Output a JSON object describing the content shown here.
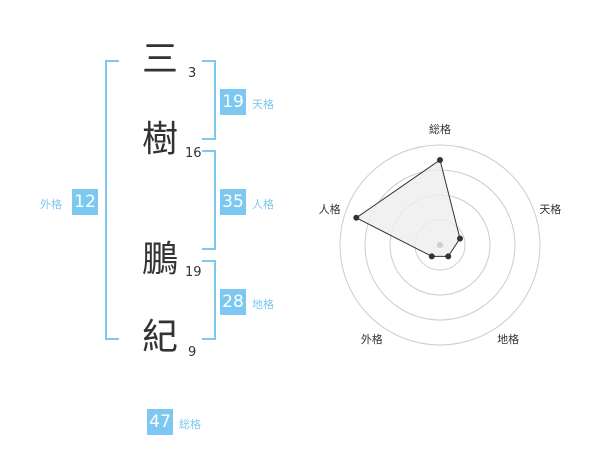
{
  "characters": [
    {
      "char": "三",
      "strokes": "3"
    },
    {
      "char": "樹",
      "strokes": "16"
    },
    {
      "char": "鵬",
      "strokes": "19"
    },
    {
      "char": "紀",
      "strokes": "9"
    }
  ],
  "scores": {
    "tenkaku": {
      "value": "19",
      "label": "天格"
    },
    "jinkaku": {
      "value": "35",
      "label": "人格"
    },
    "chikaku": {
      "value": "28",
      "label": "地格"
    },
    "gaikaku": {
      "value": "12",
      "label": "外格"
    },
    "soukaku": {
      "value": "47",
      "label": "総格"
    }
  },
  "radar": {
    "axes": [
      "総格",
      "天格",
      "地格",
      "外格",
      "人格"
    ],
    "levels": 4,
    "values": [
      0.85,
      0.21,
      0.14,
      0.14,
      0.88
    ],
    "ring_color": "#cccccc",
    "fill_color": "#eeeeee",
    "line_color": "#333333",
    "center_dot_color": "#cccccc"
  },
  "colors": {
    "accent": "#7cc8f0",
    "text": "#333333"
  }
}
